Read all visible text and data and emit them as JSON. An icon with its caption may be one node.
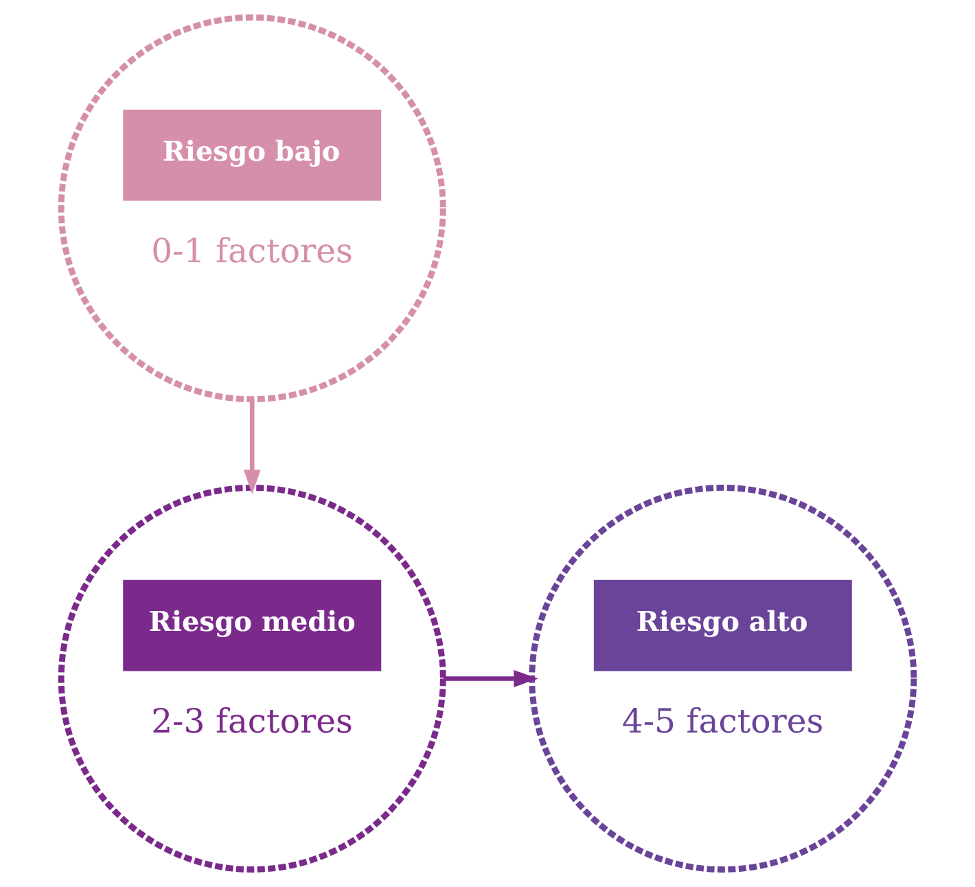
{
  "diagram": {
    "nodes": [
      {
        "text": [
          "Riesgo bajo",
          "0-1 factores"
        ]
      },
      {
        "text": [
          "Riesgo medio",
          "2-3 factores"
        ]
      },
      {
        "text": [
          "Riesgo alto",
          "4-5 factores"
        ]
      }
    ],
    "edges": [
      {
        "from": 0,
        "to": 1,
        "arrow": "to",
        "color": "#d68fab"
      },
      {
        "from": 1,
        "to": 2,
        "arrow": "to",
        "color": "#7b2a8c"
      }
    ]
  }
}
